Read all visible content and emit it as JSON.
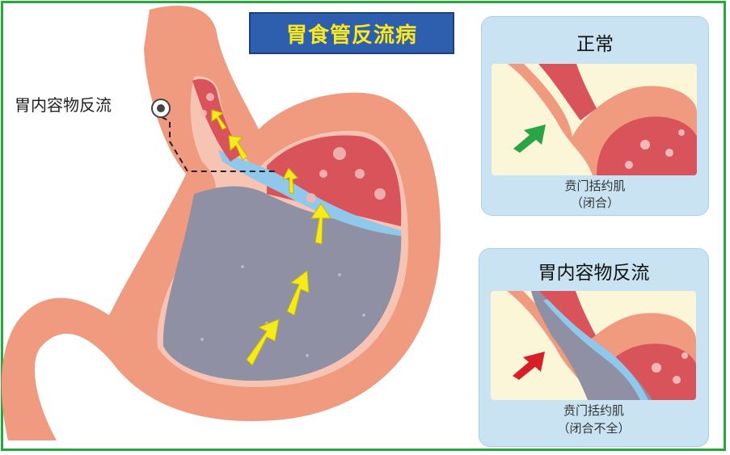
{
  "title": "胃食管反流病",
  "left_label": "胃内容物反流",
  "panels": [
    {
      "title": "正常",
      "caption_line1": "贲门括约肌",
      "caption_line2": "（闭合）"
    },
    {
      "title": "胃内容物反流",
      "caption_line1": "贲门括约肌",
      "caption_line2": "（闭合不全）"
    }
  ],
  "colors": {
    "frame": "#27a83a",
    "title_bg": "#2e5fae",
    "title_text": "#fbe81e",
    "stomach_wall": "#f09a80",
    "stomach_inner": "#d9545a",
    "stomach_fluid": "#8f90a4",
    "arrow_yellow": "#f5ea1e",
    "arrow_green": "#2aa444",
    "arrow_red": "#d81e26"
  },
  "icons": {
    "pointer": "target-circle-icon",
    "arrows": "arrow-icon"
  }
}
